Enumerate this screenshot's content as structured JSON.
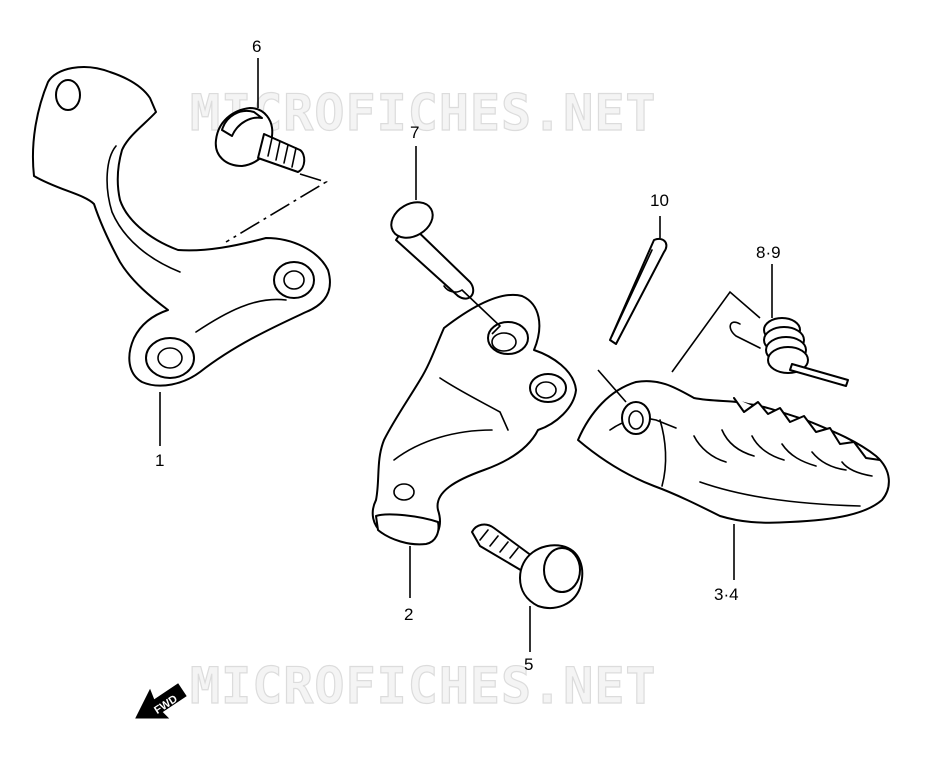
{
  "watermark": {
    "top_text": "MICROFICHES.NET",
    "bottom_text": "MICROFICHES.NET"
  },
  "callouts": {
    "part_1": "1",
    "part_2": "2",
    "part_3_4": "3·4",
    "part_5": "5",
    "part_6": "6",
    "part_7": "7",
    "part_8_9": "8·9",
    "part_10": "10"
  },
  "direction_indicator": {
    "label": "FWD",
    "icon": "arrow-down-left-icon"
  }
}
